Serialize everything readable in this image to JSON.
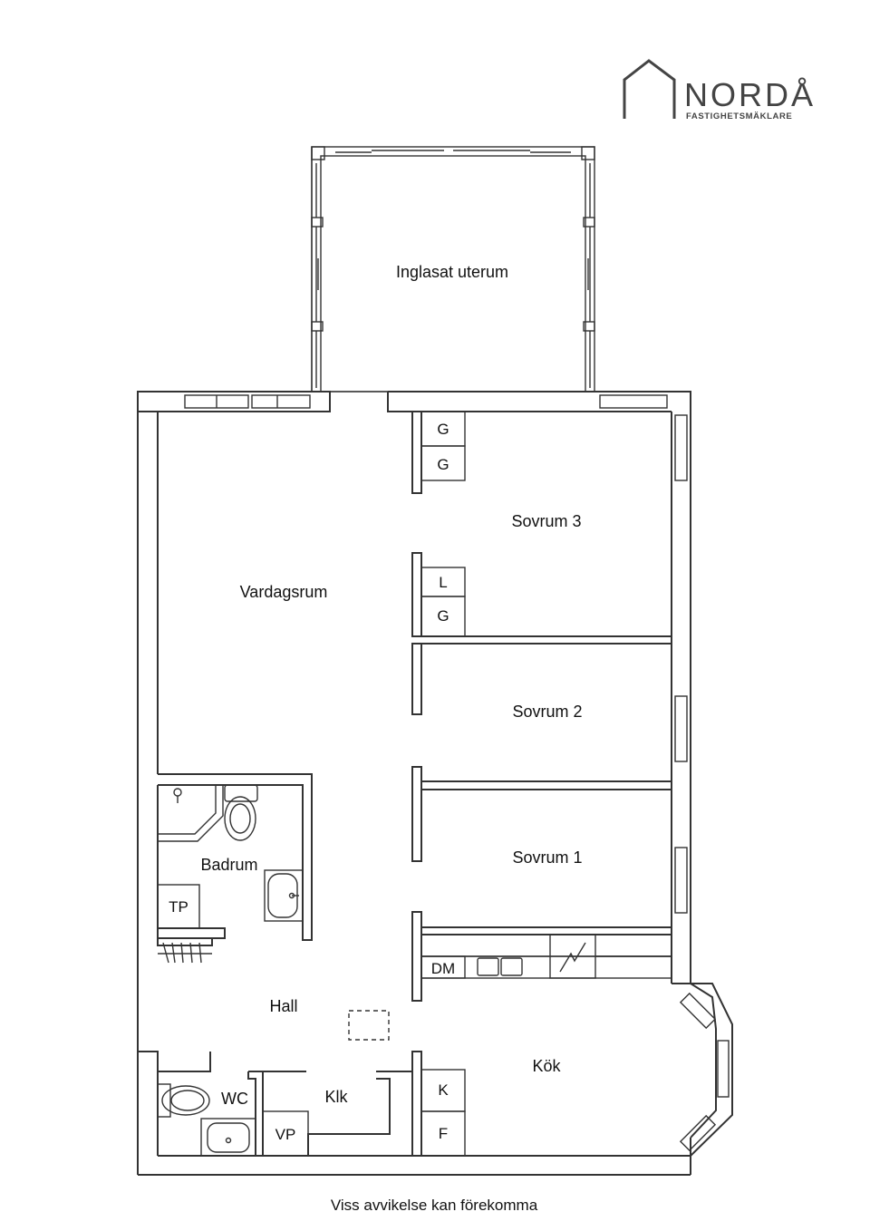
{
  "brand": {
    "name": "NORDÅ",
    "subtitle": "FASTIGHETSMÄKLARE"
  },
  "rooms": {
    "uterum": "Inglasat uterum",
    "vardagsrum": "Vardagsrum",
    "sovrum3": "Sovrum 3",
    "sovrum2": "Sovrum 2",
    "sovrum1": "Sovrum 1",
    "badrum": "Badrum",
    "hall": "Hall",
    "kok": "Kök",
    "wc": "WC",
    "klk": "Klk"
  },
  "fixtures": {
    "g1": "G",
    "g2": "G",
    "l": "L",
    "g3": "G",
    "tp": "TP",
    "dm": "DM",
    "k": "K",
    "f": "F",
    "vp": "VP"
  },
  "footer": {
    "disclaimer": "Viss avvikelse kan förekomma"
  }
}
